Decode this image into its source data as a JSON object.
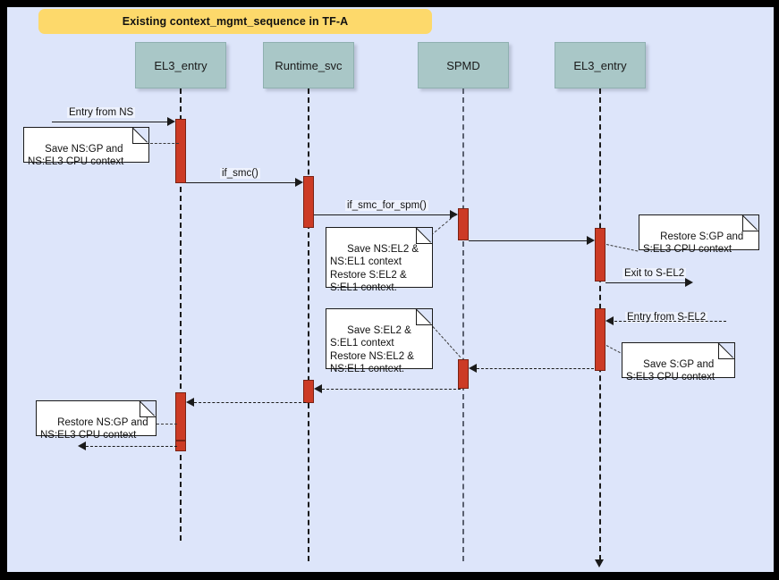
{
  "diagram": {
    "title": "Existing context_mgmt_sequence in TF-A",
    "type": "uml-sequence-diagram",
    "colors": {
      "frame": "#000000",
      "canvas": "#dde5fa",
      "title_banner": "#fdd96b",
      "lifeline_head": "#a9c7c7",
      "activation": "#cc3b25",
      "note_fill": "#ffffff",
      "line": "#1a1a1a"
    },
    "participants": [
      {
        "id": "el3_entry_ns",
        "label": "EL3_entry"
      },
      {
        "id": "runtime_svc",
        "label": "Runtime_svc"
      },
      {
        "id": "spmd",
        "label": "SPMD"
      },
      {
        "id": "el3_entry_s",
        "label": "EL3_entry"
      }
    ],
    "messages": [
      {
        "id": "m1",
        "label": "Entry from NS",
        "from": "external-left",
        "to": "el3_entry_ns",
        "style": "solid"
      },
      {
        "id": "m2",
        "label": "if_smc()",
        "from": "el3_entry_ns",
        "to": "runtime_svc",
        "style": "solid"
      },
      {
        "id": "m3",
        "label": "if_smc_for_spm()",
        "from": "runtime_svc",
        "to": "spmd",
        "style": "solid"
      },
      {
        "id": "m4",
        "label": "",
        "from": "spmd",
        "to": "el3_entry_s",
        "style": "solid"
      },
      {
        "id": "m5",
        "label": "Exit to S-EL2",
        "from": "el3_entry_s",
        "to": "external-right",
        "style": "solid"
      },
      {
        "id": "m6",
        "label": "Entry from S-EL2",
        "from": "external-right",
        "to": "el3_entry_s",
        "style": "dashed"
      },
      {
        "id": "m7",
        "label": "",
        "from": "el3_entry_s",
        "to": "spmd",
        "style": "dashed"
      },
      {
        "id": "m8",
        "label": "",
        "from": "spmd",
        "to": "runtime_svc",
        "style": "dashed"
      },
      {
        "id": "m9",
        "label": "",
        "from": "runtime_svc",
        "to": "el3_entry_ns",
        "style": "dashed"
      },
      {
        "id": "m10",
        "label": "",
        "from": "el3_entry_ns",
        "to": "external-left",
        "style": "dashed"
      }
    ],
    "notes": [
      {
        "id": "n1",
        "text": "Save NS:GP and\nNS:EL3 CPU context",
        "anchor": "el3_entry_ns"
      },
      {
        "id": "n2",
        "text": "Save NS:EL2 &\nNS:EL1 context\nRestore S:EL2 &\nS:EL1 context.",
        "anchor": "spmd"
      },
      {
        "id": "n3",
        "text": "Restore S:GP and\nS:EL3 CPU context",
        "anchor": "el3_entry_s"
      },
      {
        "id": "n4",
        "text": "Save S:EL2 &\nS:EL1 context\nRestore NS:EL2 &\nNS:EL1 context.",
        "anchor": "spmd"
      },
      {
        "id": "n5",
        "text": "Save S:GP and\nS:EL3 CPU context",
        "anchor": "el3_entry_s"
      },
      {
        "id": "n6",
        "text": "Restore NS:GP and\nNS:EL3 CPU context",
        "anchor": "el3_entry_ns"
      }
    ]
  }
}
